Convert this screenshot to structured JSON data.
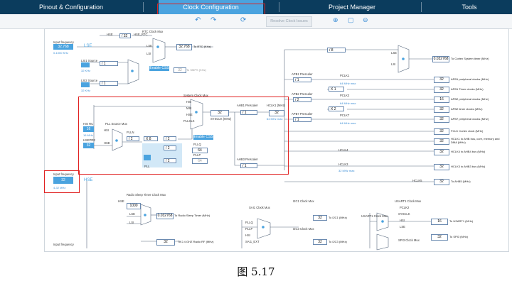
{
  "tabs": [
    "Pinout & Configuration",
    "Clock Configuration",
    "Project Manager",
    "Tools"
  ],
  "active_tab": "Clock Configuration",
  "toolbar": {
    "undo_icon": "undo-icon",
    "redo_icon": "redo-icon",
    "reset_icon": "refresh-icon",
    "resolve_label": "Resolve Clock Issues",
    "zoom_in_icon": "zoom-in-icon",
    "fit_icon": "fit-icon",
    "zoom_out_icon": "zoom-out-icon"
  },
  "left": {
    "input_freq_label": "Input frequency",
    "lse_freq": "32.768",
    "lse_range": "0-1000 KHz",
    "lse_label": "LSE",
    "lsi1_label": "LSI1 Source",
    "lsi1_sel": "/ 1",
    "lsi1_freq": "32 KHz",
    "lsi2_label": "LSI2 Source",
    "lsi2_sel": "/ 1",
    "lsi2_freq": "32 KHz",
    "hsi_rc_label": "HSI RC",
    "hsi_val": "16",
    "hsi_freq": "16 MHz",
    "hse_pre_label": "HSEPRE",
    "hse_pre_val": "32",
    "hse_input_label": "Input frequency",
    "hse_val": "32",
    "hse_range": "4-32 MHz",
    "hse_label": "HSE"
  },
  "rtc": {
    "title": "RTC Clock Mux",
    "hse_label": "HSE",
    "div_sel": "/ 32",
    "hse_rtc_label": "HSE_RTC",
    "lse": "LSE",
    "lsi": "LSI",
    "value": "32.768",
    "to": "To RTC (KHz)",
    "enable_css": "Enable CSS",
    "smps_val": "32",
    "smps_to": "To SMPS (KHz)"
  },
  "system": {
    "title": "System Clock Mux",
    "hsi": "HSI",
    "msi": "MSI",
    "hse": "HSE",
    "pllclk": "PLLCLK",
    "sysclk_val": "32",
    "sysclk_label": "SYSCLK (MHz)",
    "enable_css": "Enable CSS",
    "ahb1_label": "AHB1 Prescaler",
    "ahb1_sel": "/ 1",
    "hclk1_label": "HCLK1 (MHz)",
    "hclk1_val": "32",
    "hclk1_max": "64 MHz max",
    "ahb3_label": "AHB3 Prescaler",
    "ahb3_sel": "/ 1"
  },
  "pll": {
    "source_label": "PLL Source Mux",
    "hsi": "HSI",
    "hse": "HSE",
    "m_sel": "/ 2",
    "n_label": "PLLN",
    "n_sel": "X 8",
    "r_sel": "/ 2",
    "q_sel": "/ 2",
    "p_sel": "/ 2",
    "q_val": "64",
    "p_label": "PLLP",
    "pllq_label": "PLLQ",
    "pllq_val": "64",
    "pll_label": "PLL"
  },
  "right": {
    "div8": "/ 8",
    "cortex_val": "0.032768",
    "cortex_to": "To Cortex System timer (MHz)",
    "lse": "LSE",
    "lsi": "LSI",
    "apb1_label": "APB1 Prescaler",
    "apb1_sel": "/ 1",
    "pclk1_label": "PCLK1",
    "pclk1_max": "64 MHz max",
    "apb1_periph_val": "32",
    "apb1_periph_to": "APB1 peripheral clocks (MHz)",
    "x1_a": "X 1",
    "apb1_timer_val": "32",
    "apb1_timer_to": "APB1 Timer clocks (MHz)",
    "apb2_label": "APB2 Prescaler",
    "apb2_sel": "/ 2",
    "pclk2_label": "PCLK2",
    "pclk2_max": "64 MHz max",
    "apb2_periph_val": "16",
    "apb2_periph_to": "APB2 peripheral clocks (MHz)",
    "x2": "X 2",
    "apb2_timer_val": "32",
    "apb2_timer_to": "APB2 timer clocks (MHz)",
    "apb7_label": "APB7 Prescaler",
    "apb7_sel": "/ 1",
    "pclk7_label": "PCLK7",
    "pclk7_max": "64 MHz max",
    "apb7_periph_val": "32",
    "apb7_periph_to": "APB7 peripheral clocks (MHz)",
    "fclk_val": "32",
    "fclk_to": "FCLK Cortex clock (MHz)",
    "hclk1_out_val": "32",
    "hclk1_out_to": "HCLK1 to AHB bus, core, memory and DMA (MHz)",
    "hclk4_label": "HCLK4",
    "hclk4_val": "32",
    "hclk4_to": "HCLK4 to AHB4 bus (MHz)",
    "hclk3_label": "HCLK3",
    "hclk3_max": "32 MHz max",
    "hclk3_val": "32",
    "hclk3_to": "HCLK3 to AHB3 bus (MHz)",
    "hclk5_label": "HCLK5",
    "hclk5_val": "32",
    "hclk5_to": "To AHB5 (MHz)"
  },
  "bottom": {
    "radio_title": "Radio Sleep Timer Clock Mux",
    "hse": "HSE",
    "div_sel": "1000",
    "lse": "LSE",
    "lsi": "LSI",
    "radio_val": "0.032768",
    "radio_to": "To Radio Sleep Timer (MHz)",
    "rf_val": "32",
    "rf_to": "To 2.4 GHZ Radio RF (MHz)",
    "sai_title": "SAI1 Clock Mux",
    "i2c1_title": "I2C1 Clock Mux",
    "i2c1_val": "32",
    "i2c1_to": "To I2C1 (MHz)",
    "i2c3_title": "I2C3 Clock Mux",
    "i2c3_val": "32",
    "i2c3_to": "To I2C3 (MHz)",
    "usart_title": "USART1 Clock Mux",
    "pclk2": "PCLK2",
    "sysclk": "SYSCLK",
    "hsi": "HSI",
    "usart_val": "16",
    "usart_to": "To USART1 (MHz)",
    "spi3_title": "SPI3 Clock Mux",
    "spi3_val": "32",
    "spi3_to": "To SPI3 (MHz)",
    "sai_src1": "PLLQ",
    "sai_src2": "PLLP",
    "sai_src3": "HSI",
    "sai_src4": "SAI1_EXT",
    "input_freq_label": "Input frequency"
  },
  "caption": "图 5.17",
  "colors": {
    "tabbar": "#0b3c5d",
    "active_tab": "#4aa3df",
    "highlight": "#e02020",
    "block_blue": "#4aa3df"
  }
}
